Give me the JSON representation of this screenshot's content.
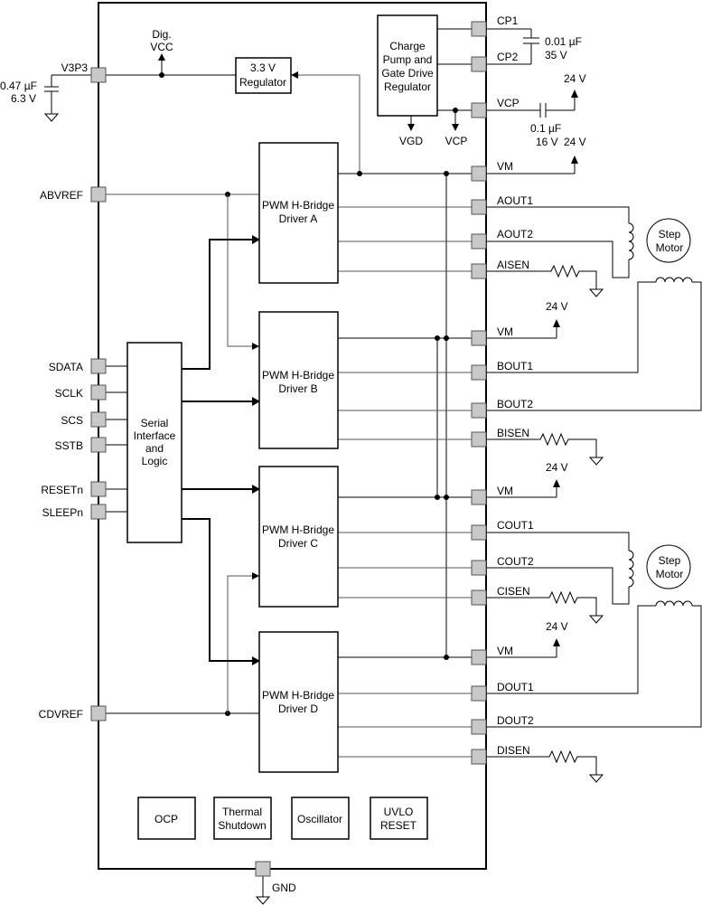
{
  "pins": {
    "v3p3": "V3P3",
    "abvref": "ABVREF",
    "sdata": "SDATA",
    "sclk": "SCLK",
    "scs": "SCS",
    "sstb": "SSTB",
    "resetn": "RESETn",
    "sleepn": "SLEEPn",
    "cdvref": "CDVREF",
    "cp1": "CP1",
    "cp2": "CP2",
    "vcp": "VCP",
    "vm": "VM",
    "aout1": "AOUT1",
    "aout2": "AOUT2",
    "aisen": "AISEN",
    "bout1": "BOUT1",
    "bout2": "BOUT2",
    "bisen": "BISEN",
    "cout1": "COUT1",
    "cout2": "COUT2",
    "cisen": "CISEN",
    "dout1": "DOUT1",
    "dout2": "DOUT2",
    "disen": "DISEN",
    "gnd": "GND"
  },
  "blocks": {
    "regulator": [
      "3.3 V",
      "Regulator"
    ],
    "charge_pump": [
      "Charge",
      "Pump and",
      "Gate Drive",
      "Regulator"
    ],
    "driver_a": [
      "PWM H-Bridge",
      "Driver A"
    ],
    "driver_b": [
      "PWM H-Bridge",
      "Driver B"
    ],
    "driver_c": [
      "PWM H-Bridge",
      "Driver C"
    ],
    "driver_d": [
      "PWM H-Bridge",
      "Driver D"
    ],
    "serial": [
      "Serial",
      "Interface",
      "and",
      "Logic"
    ],
    "ocp": [
      "OCP"
    ],
    "thermal": [
      "Thermal",
      "Shutdown"
    ],
    "oscillator": [
      "Oscillator"
    ],
    "uvlo": [
      "UVLO",
      "RESET"
    ]
  },
  "labels": {
    "dig_vcc": [
      "Dig.",
      "VCC"
    ],
    "cap_v3p3": [
      "0.47 µF",
      "6.3 V"
    ],
    "cap_cp": [
      "0.01 µF",
      "35 V"
    ],
    "cap_vcp": [
      "0.1 µF",
      "16 V"
    ],
    "vgd": "VGD",
    "vcp_out": "VCP",
    "supply": "24 V",
    "motor": [
      "Step",
      "Motor"
    ]
  }
}
